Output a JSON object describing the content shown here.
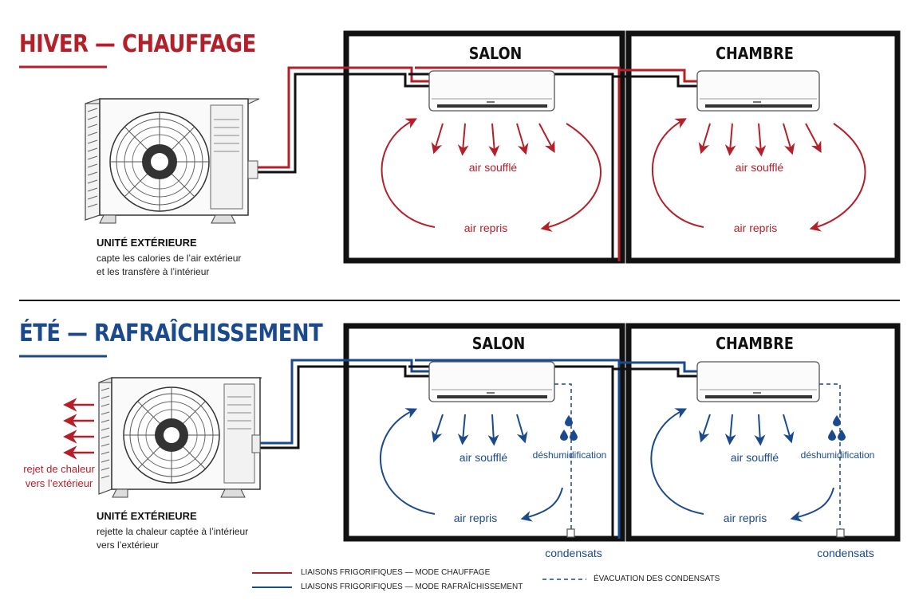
{
  "winter": {
    "title": "HIVER — CHAUFFAGE",
    "color": "#b3202a",
    "rooms": [
      "SALON",
      "CHAMBRE"
    ],
    "air_out": "air soufflé",
    "air_in": "air repris",
    "outdoor_title": "UNITÉ EXTÉRIEURE",
    "outdoor_line1": "capte les calories de l’air extérieur",
    "outdoor_line2": "et les transfère à l’intérieur"
  },
  "summer": {
    "title": "ÉTÉ — RAFRAÎCHISSEMENT",
    "color": "#1b4a8c",
    "rooms": [
      "SALON",
      "CHAMBRE"
    ],
    "air_out": "air soufflé",
    "air_in": "air repris",
    "dehum": "déshumidification",
    "condensate": "condensats",
    "heat_reject_1": "rejet de chaleur",
    "heat_reject_2": "vers l’extérieur",
    "outdoor_title": "UNITÉ EXTÉRIEURE",
    "outdoor_line1": "rejette la chaleur captée à l’intérieur",
    "outdoor_line2": "vers l’extérieur"
  },
  "legend": {
    "heating": "LIAISONS FRIGORIFIQUES — MODE CHAUFFAGE",
    "cooling": "LIAISONS FRIGORIFIQUES — MODE RAFRAÎCHISSEMENT",
    "drain": "ÉVACUATION DES CONDENSATS"
  }
}
